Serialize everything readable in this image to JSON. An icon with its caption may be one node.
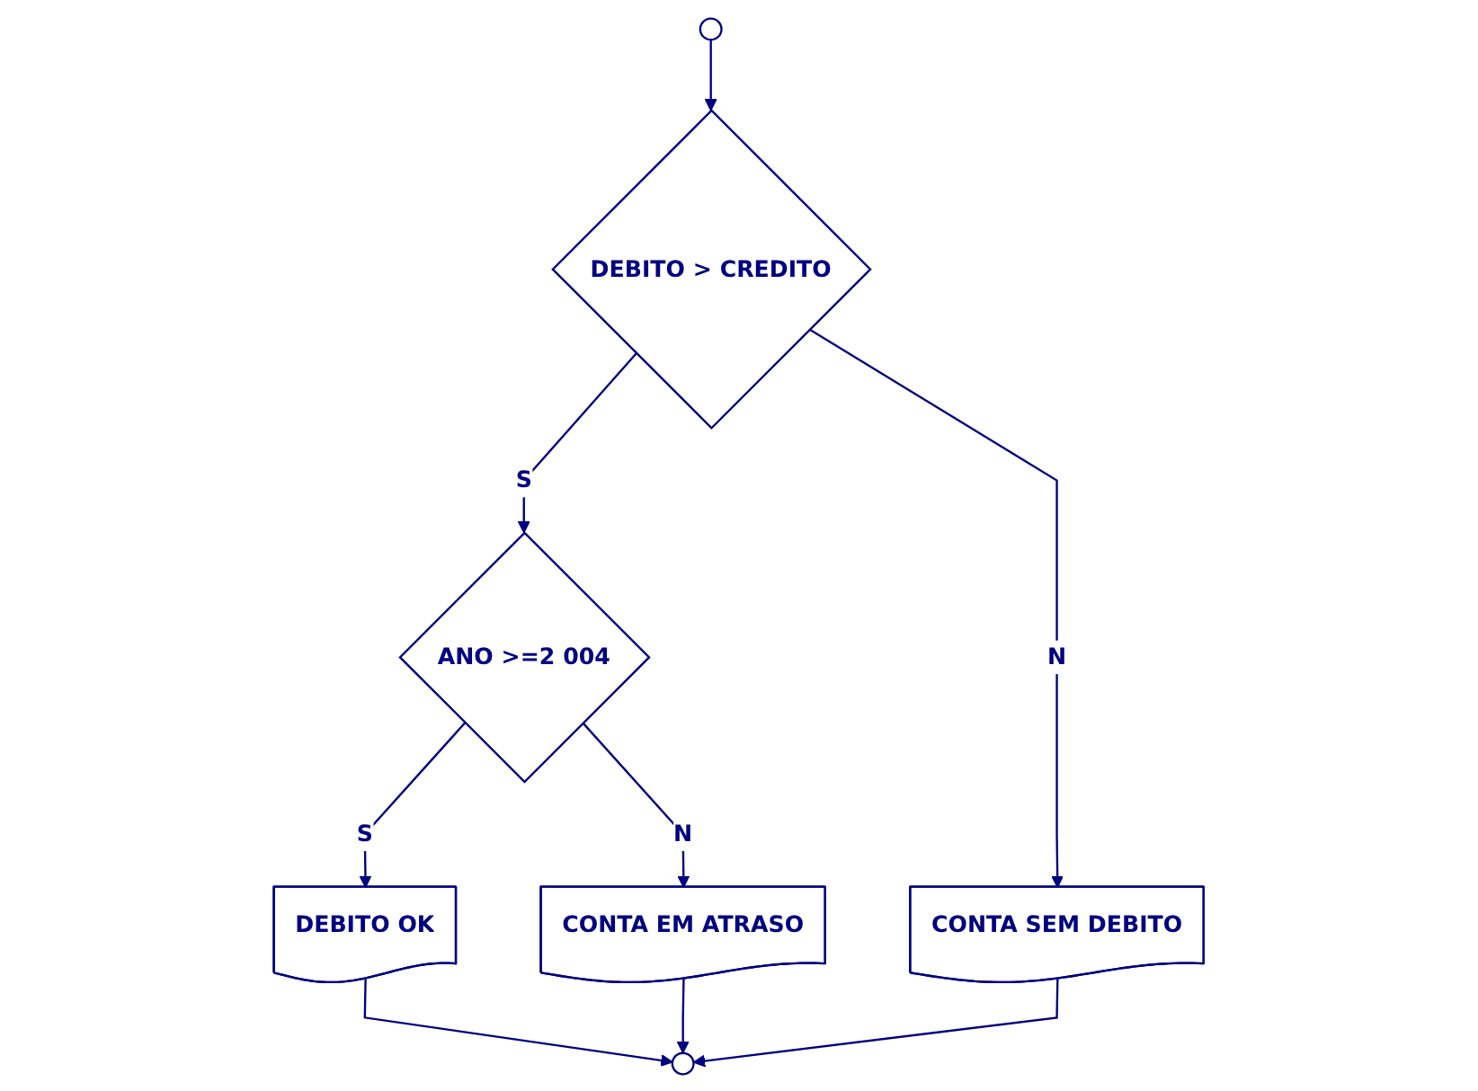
{
  "diagram": {
    "nodes": [
      {
        "text": [],
        "shape": "circle"
      },
      {
        "text": [
          "DEBITO > CREDITO"
        ]
      },
      {
        "text": [
          "ANO >=2 004"
        ]
      },
      {
        "text": [
          "DEBITO OK"
        ]
      },
      {
        "text": [
          "CONTA SEM DEBITO"
        ]
      },
      {
        "text": [
          "CONTA EM ATRASO"
        ]
      },
      {
        "text": [],
        "shape": "circle"
      }
    ],
    "edges": [
      {
        "from": 0,
        "to": 1,
        "arrow": "to"
      },
      {
        "from": 1,
        "to": 2,
        "arrow": "to",
        "label": "S"
      },
      {
        "from": 2,
        "to": 3,
        "arrow": "to",
        "label": "S"
      },
      {
        "from": 1,
        "to": 4,
        "arrow": "to",
        "label": "N"
      },
      {
        "from": 2,
        "to": 5,
        "arrow": "to",
        "label": "N"
      },
      {
        "from": 3,
        "to": 6,
        "arrow": "to"
      },
      {
        "from": 4,
        "to": 6,
        "arrow": "to"
      },
      {
        "from": 5,
        "to": 6,
        "arrow": "to"
      }
    ]
  }
}
